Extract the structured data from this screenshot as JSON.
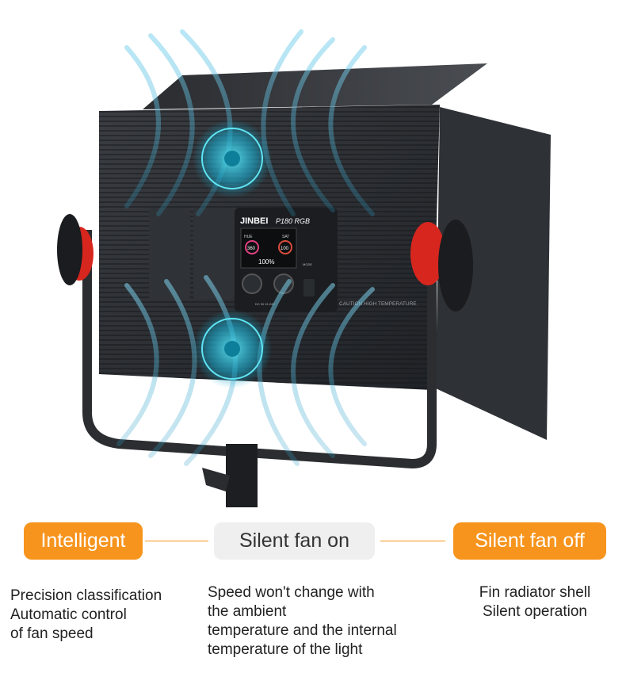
{
  "panel": {
    "brand": "JINBEI",
    "model": "P180 RGB",
    "display_percent": "100%",
    "display_left_value": "360",
    "display_right_value": "100",
    "hue_label": "HUE",
    "sat_label": "SAT",
    "caution_text": "CAUTION HIGH TEMPERATURE",
    "dc_text": "DC IN 12-24V",
    "mode_label": "MODE"
  },
  "badges": {
    "left": "Intelligent",
    "middle": "Silent fan on",
    "right": "Silent fan off"
  },
  "descriptions": {
    "left": [
      "Precision classification",
      "Automatic control",
      "of fan speed"
    ],
    "middle": [
      "Speed won't change with",
      "the ambient",
      "temperature and the internal",
      "temperature of the light"
    ],
    "right": [
      "Fin radiator shell",
      "Silent operation"
    ]
  },
  "colors": {
    "accent_orange": "#f7941d",
    "fan_cyan": "#19c4e0",
    "airflow_blue": "#2fa0c8",
    "knob_red": "#d7261e"
  }
}
